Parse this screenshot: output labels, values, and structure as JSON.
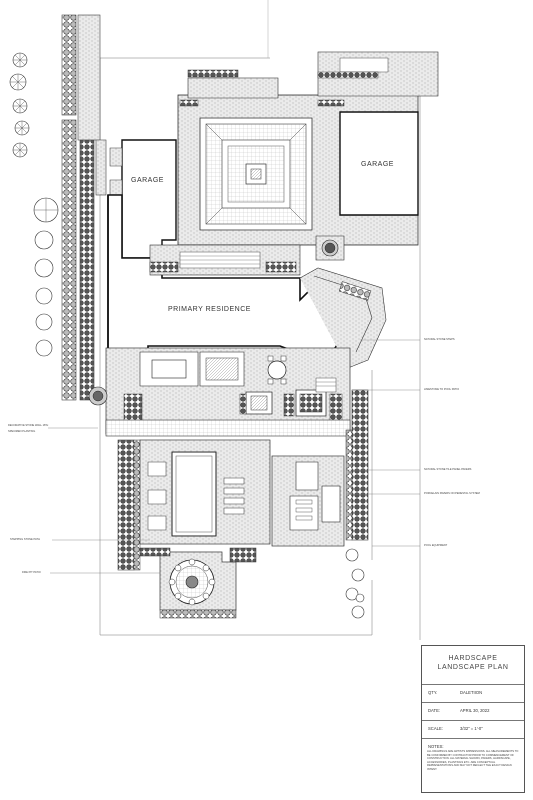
{
  "labels": {
    "garage_left": "GARAGE",
    "garage_right": "GARAGE",
    "primary_residence": "PRIMARY RESIDENCE"
  },
  "callouts_right": [
    "NATURAL STONE STEPS",
    "LIMESTONE TO POOL PATIO",
    "NATURAL STONE TILE PANEL PAVERS",
    "PORCELAIN PAVERS ON PEDESTAL SYSTEM",
    "POOL EQUIPMENT"
  ],
  "callouts_left": [
    "DECORATIVE STONE WALL 18\"H",
    "SPECIMEN PLANTING",
    "STEPPING STONE PATH",
    "FIRE PIT PATIO"
  ],
  "titleblock": {
    "title_line1": "HARDSCAPE",
    "title_line2": "LANDSCAPE PLAN",
    "qty_label": "QTY.",
    "qty_value": "DALETIION",
    "date_label": "DATE:",
    "date_value": "APRIL 30, 2022",
    "scale_label": "SCALE:",
    "scale_value": "3/32\" = 1'-0\"",
    "notes_label": "NOTES:",
    "notes_text": "ALL DRAWINGS ARE ARTISTS IMPRESSIONS. ALL MEASUREMENTS TO BE CONFIRMED BY CONTRACTOR PRIOR TO COMMENCEMENT OF CONSTRUCTION. ALL MATERIAL SHOWN, PAVERS, HARDSCAPE, ACCESSORIES, PLANTINGS ETC. ARE CONCEPTUAL REPRESENTATIONS AND MAY NOT REFLECT THE EXACT DESIGN INTENT."
  }
}
